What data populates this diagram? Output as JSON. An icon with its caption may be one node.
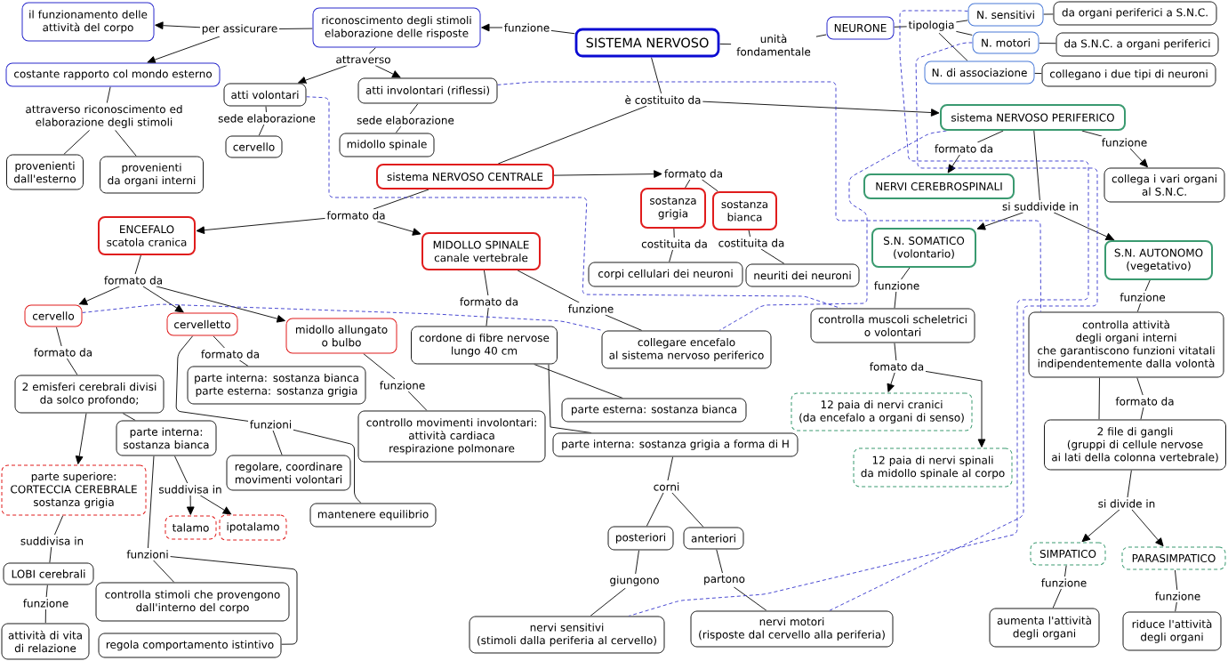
{
  "diagram": {
    "nodes": [
      {
        "text": [
          "il funzionamento delle attività del corpo"
        ]
      },
      {
        "text": [
          "per assicurare"
        ]
      },
      {
        "text": [
          "riconoscimento degli stimoli elaborazione delle risposte"
        ]
      },
      {
        "text": [
          "funzione"
        ]
      },
      {
        "text": [
          "SISTEMA NERVOSO"
        ]
      },
      {
        "text": [
          "unità fondamentale"
        ]
      },
      {
        "text": [
          "NEURONE"
        ]
      },
      {
        "text": [
          "tipologia"
        ]
      },
      {
        "text": [
          "N. sensitivi"
        ]
      },
      {
        "text": [
          "da organi periferici a S.N.C."
        ]
      },
      {
        "text": [
          "N. motori"
        ]
      },
      {
        "text": [
          "da S.N.C. a organi periferici"
        ]
      },
      {
        "text": [
          "costante rapporto col mondo esterno"
        ]
      },
      {
        "text": [
          "attraverso"
        ]
      },
      {
        "text": [
          "N. di associazione"
        ]
      },
      {
        "text": [
          "collegano i due tipi di neuroni"
        ]
      },
      {
        "text": [
          "atti volontari"
        ]
      },
      {
        "text": [
          "atti involontari (riflessi)"
        ]
      },
      {
        "text": [
          "è costituito da"
        ]
      },
      {
        "text": [
          "sistema NERVOSO PERIFERICO"
        ]
      },
      {
        "text": [
          "attraverso riconoscimento ed elaborazione degli stimoli"
        ]
      },
      {
        "text": [
          "sede elaborazione"
        ]
      },
      {
        "text": [
          "sede elaborazione"
        ]
      },
      {
        "text": [
          "cervello"
        ]
      },
      {
        "text": [
          "midollo spinale"
        ]
      },
      {
        "text": [
          "formato da"
        ]
      },
      {
        "text": [
          "funzione"
        ]
      },
      {
        "text": [
          "provenienti dall'esterno"
        ]
      },
      {
        "text": [
          "provenienti da organi interni"
        ]
      },
      {
        "text": [
          "sistema NERVOSO CENTRALE"
        ]
      },
      {
        "text": [
          "formato da"
        ]
      },
      {
        "text": [
          "collega i vari organi al S.N.C."
        ]
      },
      {
        "text": [
          "NERVI CEREBROSPINALI"
        ]
      },
      {
        "text": [
          "sostanza grigia"
        ]
      },
      {
        "text": [
          "sostanza bianca"
        ]
      },
      {
        "text": [
          "si suddivide in"
        ]
      },
      {
        "text": [
          "formato da"
        ]
      },
      {
        "text": [
          "ENCEFALO scatola cranica"
        ]
      },
      {
        "text": [
          "MIDOLLO SPINALE canale vertebrale"
        ]
      },
      {
        "text": [
          "S.N. SOMATICO (volontario)"
        ]
      },
      {
        "text": [
          "S.N. AUTONOMO (vegetativo)"
        ]
      },
      {
        "text": [
          "costituita da"
        ]
      },
      {
        "text": [
          "costituita da"
        ]
      },
      {
        "text": [
          "corpi cellulari dei neuroni"
        ]
      },
      {
        "text": [
          "neuriti dei neuroni"
        ]
      },
      {
        "text": [
          "formato da"
        ]
      },
      {
        "text": [
          "funzione"
        ]
      },
      {
        "text": [
          "funzione"
        ]
      },
      {
        "text": [
          "formato da"
        ]
      },
      {
        "text": [
          "funzione"
        ]
      },
      {
        "text": [
          "cervello"
        ]
      },
      {
        "text": [
          "cervelletto"
        ]
      },
      {
        "text": [
          "midollo allungato o bulbo"
        ]
      },
      {
        "text": [
          "cordone di fibre nervose lungo 40 cm"
        ]
      },
      {
        "text": [
          "collegare encefalo al sistema nervoso periferico"
        ]
      },
      {
        "text": [
          "controlla muscoli scheletrici o volontari"
        ]
      },
      {
        "text": [
          "controlla attività degli organi interni che garantiscono funzioni vitatali indipendentemente dalla volontà"
        ]
      },
      {
        "text": [
          "formato da"
        ]
      },
      {
        "text": [
          "formato da"
        ]
      },
      {
        "text": [
          "fomato da"
        ]
      },
      {
        "text": [
          "2 emisferi cerebrali divisi da solco profondo;"
        ]
      },
      {
        "text": [
          "parte interna: sostanza bianca parte esterna: sostanza grigia"
        ]
      },
      {
        "text": [
          "funzione"
        ]
      },
      {
        "text": [
          "parte esterna: sostanza bianca"
        ]
      },
      {
        "text": [
          "12 paia di nervi cranici (da encefalo a organi di senso)"
        ]
      },
      {
        "text": [
          "formato da"
        ]
      },
      {
        "text": [
          "controllo movimenti involontari: attività cardiaca respirazione polmonare"
        ]
      },
      {
        "text": [
          "parte interna: sostanza bianca"
        ]
      },
      {
        "text": [
          "funzioni"
        ]
      },
      {
        "text": [
          "2 file di gangli (gruppi di cellule nervose ai lati della colonna vertebrale)"
        ]
      },
      {
        "text": [
          "parte interna: sostanza grigia a forma di H"
        ]
      },
      {
        "text": [
          "12 paia di nervi spinali da midollo spinale al corpo"
        ]
      },
      {
        "text": [
          "regolare, coordinare movimenti volontari"
        ]
      },
      {
        "text": [
          "parte superiore: CORTECCIA CEREBRALE sostanza grigia"
        ]
      },
      {
        "text": [
          "suddivisa in"
        ]
      },
      {
        "text": [
          "corni"
        ]
      },
      {
        "text": [
          "si divide in"
        ]
      },
      {
        "text": [
          "mantenere equilibrio"
        ]
      },
      {
        "text": [
          "talamo"
        ]
      },
      {
        "text": [
          "ipotalamo"
        ]
      },
      {
        "text": [
          "posteriori"
        ]
      },
      {
        "text": [
          "anteriori"
        ]
      },
      {
        "text": [
          "suddivisa in"
        ]
      },
      {
        "text": [
          "SIMPATICO"
        ]
      },
      {
        "text": [
          "PARASIMPATICO"
        ]
      },
      {
        "text": [
          "funzioni"
        ]
      },
      {
        "text": [
          "LOBI cerebrali"
        ]
      },
      {
        "text": [
          "partono"
        ]
      },
      {
        "text": [
          "giungono"
        ]
      },
      {
        "text": [
          "funzione"
        ]
      },
      {
        "text": [
          "controlla stimoli che provengono dall'interno del corpo"
        ]
      },
      {
        "text": [
          "funzione"
        ]
      },
      {
        "text": [
          "funzione"
        ]
      },
      {
        "text": [
          "aumenta l'attività degli organi"
        ]
      },
      {
        "text": [
          "nervi motori (risposte dal cervello alla periferia)"
        ]
      },
      {
        "text": [
          "riduce l'attività degli organi"
        ]
      },
      {
        "text": [
          "nervi sensitivi (stimoli dalla periferia al cervello)"
        ]
      },
      {
        "text": [
          "attività di vita di relazione"
        ]
      },
      {
        "text": [
          "regola comportamento istintivo"
        ]
      }
    ],
    "edges": [
      {
        "from": 4,
        "to": 3,
        "arrow": "none"
      },
      {
        "from": 3,
        "to": 2,
        "arrow": "to"
      },
      {
        "from": 2,
        "to": 1,
        "arrow": "none"
      },
      {
        "from": 1,
        "to": 0,
        "arrow": "to"
      },
      {
        "from": 1,
        "to": 12,
        "arrow": "to"
      },
      {
        "from": 2,
        "to": 13,
        "arrow": "none"
      },
      {
        "from": 13,
        "to": 16,
        "arrow": "to"
      },
      {
        "from": 13,
        "to": 17,
        "arrow": "to"
      },
      {
        "from": 4,
        "to": 5,
        "arrow": "none"
      },
      {
        "from": 5,
        "to": 6,
        "arrow": "none"
      },
      {
        "from": 6,
        "to": 7,
        "arrow": "none"
      },
      {
        "from": 7,
        "to": 8,
        "arrow": "none"
      },
      {
        "from": 7,
        "to": 10,
        "arrow": "none"
      },
      {
        "from": 7,
        "to": 14,
        "arrow": "none"
      },
      {
        "from": 8,
        "to": 9,
        "arrow": "none"
      },
      {
        "from": 10,
        "to": 11,
        "arrow": "none"
      },
      {
        "from": 14,
        "to": 15,
        "arrow": "none"
      },
      {
        "from": 12,
        "to": 20,
        "arrow": "none"
      },
      {
        "from": 20,
        "to": 27,
        "arrow": "none"
      },
      {
        "from": 20,
        "to": 28,
        "arrow": "none"
      },
      {
        "from": 16,
        "to": 21,
        "arrow": "none"
      },
      {
        "from": 21,
        "to": 23,
        "arrow": "none"
      },
      {
        "from": 17,
        "to": 22,
        "arrow": "none"
      },
      {
        "from": 22,
        "to": 24,
        "arrow": "none"
      },
      {
        "from": 4,
        "to": 18,
        "arrow": "none"
      },
      {
        "from": 18,
        "to": 29,
        "arrow": "none"
      },
      {
        "from": 18,
        "to": 19,
        "arrow": "to"
      },
      {
        "from": 19,
        "to": 25,
        "arrow": "none"
      },
      {
        "from": 25,
        "to": 32,
        "arrow": "to"
      },
      {
        "from": 19,
        "to": 26,
        "arrow": "none"
      },
      {
        "from": 26,
        "to": 31,
        "arrow": "to"
      },
      {
        "from": 19,
        "to": 35,
        "arrow": "none"
      },
      {
        "from": 35,
        "to": 39,
        "arrow": "to"
      },
      {
        "from": 35,
        "to": 40,
        "arrow": "to"
      },
      {
        "from": 29,
        "to": 30,
        "arrow": "to"
      },
      {
        "from": 30,
        "to": 33,
        "arrow": "none"
      },
      {
        "from": 30,
        "to": 34,
        "arrow": "none"
      },
      {
        "from": 33,
        "to": 41,
        "arrow": "none"
      },
      {
        "from": 41,
        "to": 43,
        "arrow": "none"
      },
      {
        "from": 34,
        "to": 42,
        "arrow": "none"
      },
      {
        "from": 42,
        "to": 44,
        "arrow": "none"
      },
      {
        "from": 29,
        "to": 36,
        "arrow": "none"
      },
      {
        "from": 36,
        "to": 37,
        "arrow": "to"
      },
      {
        "from": 36,
        "to": 38,
        "arrow": "to"
      },
      {
        "from": 39,
        "to": 46,
        "arrow": "none"
      },
      {
        "from": 46,
        "to": 55,
        "arrow": "none"
      },
      {
        "from": 40,
        "to": 47,
        "arrow": "none"
      },
      {
        "from": 47,
        "to": 56,
        "arrow": "none"
      },
      {
        "from": 56,
        "to": 65,
        "arrow": "none"
      },
      {
        "from": 65,
        "to": 69,
        "arrow": "none"
      },
      {
        "from": 56,
        "to": 69,
        "arrow": "none"
      },
      {
        "from": 37,
        "to": 45,
        "arrow": "none"
      },
      {
        "from": 45,
        "to": 50,
        "arrow": "to"
      },
      {
        "from": 45,
        "to": 51,
        "arrow": "to"
      },
      {
        "from": 45,
        "to": 52,
        "arrow": "to"
      },
      {
        "from": 38,
        "to": 48,
        "arrow": "none"
      },
      {
        "from": 48,
        "to": 53,
        "arrow": "none"
      },
      {
        "from": 53,
        "to": 63,
        "arrow": "none"
      },
      {
        "from": 53,
        "to": 70,
        "arrow": "none"
      },
      {
        "from": 38,
        "to": 49,
        "arrow": "none"
      },
      {
        "from": 49,
        "to": 54,
        "arrow": "none"
      },
      {
        "from": 50,
        "to": 57,
        "arrow": "none"
      },
      {
        "from": 57,
        "to": 60,
        "arrow": "none"
      },
      {
        "from": 60,
        "to": 73,
        "arrow": "to"
      },
      {
        "from": 60,
        "to": 67,
        "arrow": "none"
      },
      {
        "from": 51,
        "to": 58,
        "arrow": "none"
      },
      {
        "from": 58,
        "to": 61,
        "arrow": "none"
      },
      {
        "from": 51,
        "to": 68,
        "arrow": "none"
      },
      {
        "from": 68,
        "to": 72,
        "arrow": "none"
      },
      {
        "from": 68,
        "to": 77,
        "arrow": "none"
      },
      {
        "from": 52,
        "to": 62,
        "arrow": "none"
      },
      {
        "from": 62,
        "to": 66,
        "arrow": "none"
      },
      {
        "from": 55,
        "to": 59,
        "arrow": "none"
      },
      {
        "from": 59,
        "to": 64,
        "arrow": "to"
      },
      {
        "from": 59,
        "to": 71,
        "arrow": "to"
      },
      {
        "from": 67,
        "to": 74,
        "arrow": "none"
      },
      {
        "from": 74,
        "to": 78,
        "arrow": "to"
      },
      {
        "from": 74,
        "to": 79,
        "arrow": "to"
      },
      {
        "from": 67,
        "to": 85,
        "arrow": "none"
      },
      {
        "from": 85,
        "to": 90,
        "arrow": "none"
      },
      {
        "from": 85,
        "to": 98,
        "arrow": "none"
      },
      {
        "from": 73,
        "to": 82,
        "arrow": "none"
      },
      {
        "from": 82,
        "to": 86,
        "arrow": "none"
      },
      {
        "from": 86,
        "to": 92,
        "arrow": "none"
      },
      {
        "from": 92,
        "to": 97,
        "arrow": "none"
      },
      {
        "from": 70,
        "to": 75,
        "arrow": "none"
      },
      {
        "from": 75,
        "to": 80,
        "arrow": "none"
      },
      {
        "from": 75,
        "to": 81,
        "arrow": "none"
      },
      {
        "from": 80,
        "to": 88,
        "arrow": "none"
      },
      {
        "from": 88,
        "to": 96,
        "arrow": "none"
      },
      {
        "from": 81,
        "to": 87,
        "arrow": "none"
      },
      {
        "from": 87,
        "to": 94,
        "arrow": "none"
      },
      {
        "from": 69,
        "to": 76,
        "arrow": "none"
      },
      {
        "from": 76,
        "to": 83,
        "arrow": "to"
      },
      {
        "from": 76,
        "to": 84,
        "arrow": "to"
      },
      {
        "from": 83,
        "to": 89,
        "arrow": "none"
      },
      {
        "from": 89,
        "to": 93,
        "arrow": "none"
      },
      {
        "from": 84,
        "to": 91,
        "arrow": "none"
      },
      {
        "from": 91,
        "to": 95,
        "arrow": "none"
      },
      {
        "from": 16,
        "to": 55,
        "arrow": "none",
        "style": "dashed",
        "color": "#3333cc"
      },
      {
        "from": 17,
        "to": 56,
        "arrow": "none",
        "style": "dashed",
        "color": "#3333cc"
      },
      {
        "from": 50,
        "to": 54,
        "arrow": "none",
        "style": "dashed",
        "color": "#3333cc"
      },
      {
        "from": 8,
        "to": 96,
        "arrow": "none",
        "style": "dashed",
        "color": "#3333cc"
      },
      {
        "from": 10,
        "to": 94,
        "arrow": "none",
        "style": "dashed",
        "color": "#3333cc"
      },
      {
        "from": 19,
        "to": 54,
        "arrow": "none",
        "style": "dashed",
        "color": "#3333cc"
      }
    ]
  }
}
